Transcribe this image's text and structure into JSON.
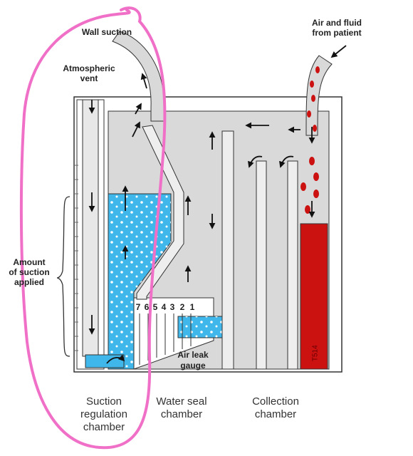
{
  "labels": {
    "wall_suction": "Wall suction",
    "atmospheric_vent_1": "Atmospheric",
    "atmospheric_vent_2": "vent",
    "air_fluid_1": "Air and fluid",
    "air_fluid_2": "from patient",
    "amount_1": "Amount",
    "amount_2": "of suction",
    "amount_3": "applied",
    "air_leak_1": "Air leak",
    "air_leak_2": "gauge",
    "gauge_numbers": [
      "7",
      "6",
      "5",
      "4",
      "3",
      "2",
      "1"
    ],
    "suction_chamber_1": "Suction",
    "suction_chamber_2": "regulation",
    "suction_chamber_3": "chamber",
    "water_seal_1": "Water seal",
    "water_seal_2": "chamber",
    "collection_1": "Collection",
    "collection_2": "chamber",
    "figure_code": "T514"
  },
  "colors": {
    "water": "#3fb7ea",
    "blood": "#cc1111",
    "device_fill": "#d9d9d9",
    "outline": "#333333",
    "annotation_circle": "#f070c8"
  }
}
